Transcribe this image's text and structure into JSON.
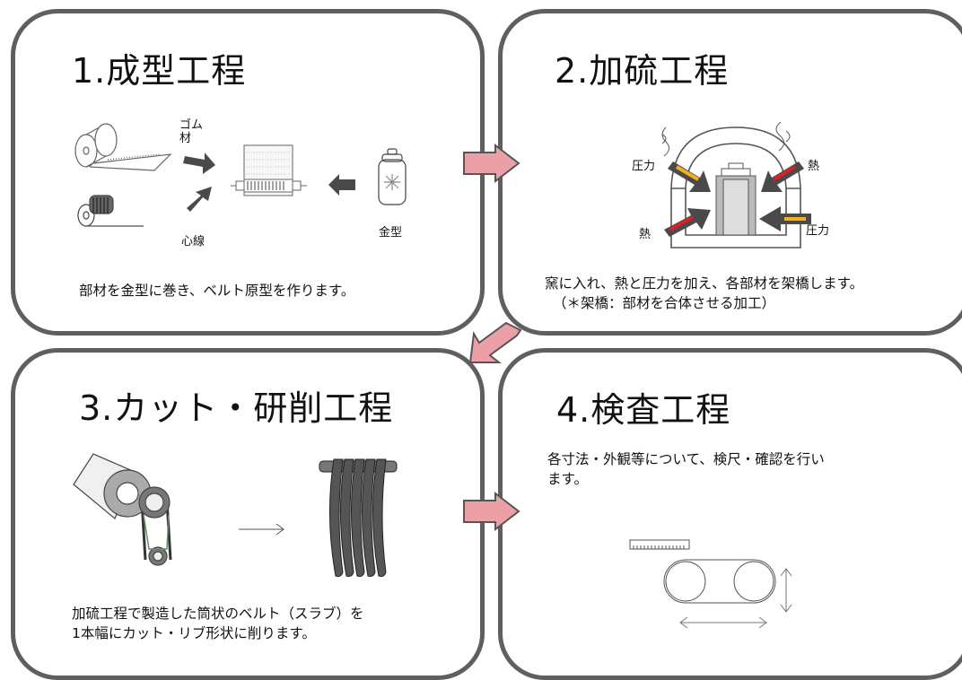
{
  "panels": [
    {
      "title": "1.成型工程",
      "labels": {
        "rubber": "ゴム\n材",
        "core": "心線",
        "mold": "金型"
      },
      "description": "部材を金型に巻き、ベルト原型を作ります。"
    },
    {
      "title": "2.加硫工程",
      "labels": {
        "pressure_left": "圧力",
        "heat_right": "熱",
        "heat_left": "熱",
        "pressure_right": "圧力"
      },
      "description": "窯に入れ、熱と圧力を加え、各部材を架橋します。",
      "note": "（＊架橋：部材を合体させる加工）"
    },
    {
      "title": "3.カット・研削工程",
      "description_1": "加硫工程で製造した筒状のベルト（スラブ）を",
      "description_2": "1本幅にカット・リブ形状に削ります。"
    },
    {
      "title": "4.検査工程",
      "description_1": "各寸法・外観等について、検尺・確認を行い",
      "description_2": "ます。"
    }
  ],
  "colors": {
    "border": "#5f5f5f",
    "flow_arrow_fill": "#eaa0a6",
    "flow_arrow_stroke": "#555555",
    "heat_red": "#d9202a",
    "pressure_yellow": "#f2b21c",
    "dark_arrow": "#4a4a4a"
  }
}
